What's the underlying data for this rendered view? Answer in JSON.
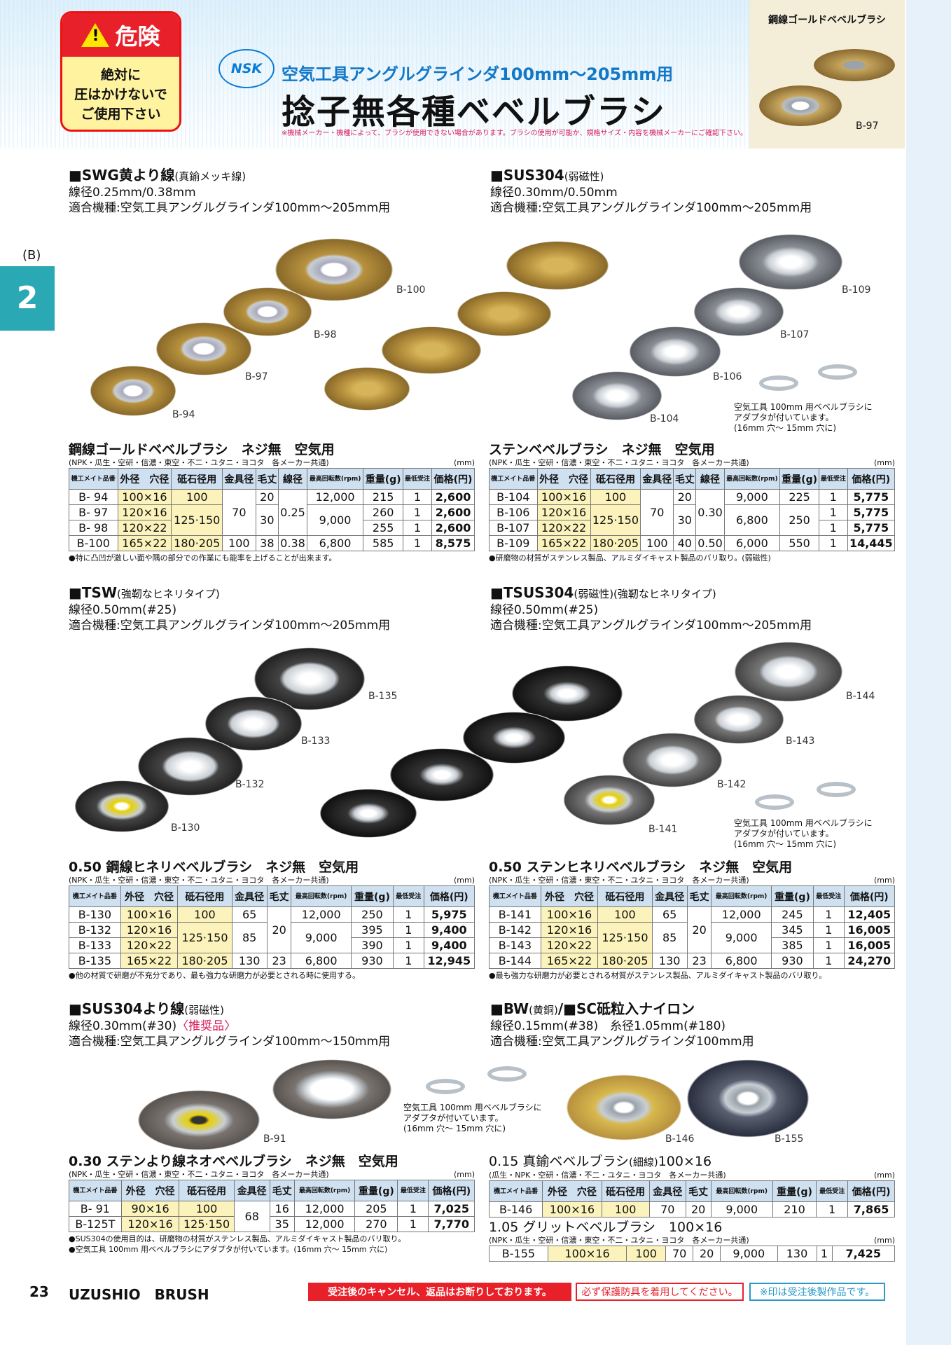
{
  "header": {
    "danger_label": "危険",
    "danger_lines": [
      "絶対に",
      "圧はかけないで",
      "ご使用下さい"
    ],
    "logo": "NSK",
    "subtitle": "空気工具アングルグラインダ100mm〜205mm用",
    "title": "捻子無各種ベベルブラシ",
    "note": "※機械メーカー・機種によって、ブラシが使用できない場合があります。ブラシの使用が可能か、規格サイズ・内容を機械メーカーにご確認下さい。",
    "card_title": "鋼線ゴールドベベルブラシ",
    "card_label": "B-97"
  },
  "side": {
    "label": "(B)",
    "tab": "2"
  },
  "sections": [
    {
      "title": "■SWG黄より線",
      "title_note": "(真鍮メッキ線)",
      "spec": "線径0.25mm/0.38mm",
      "machine": "適合機種:空気工具アングルグラインダ100mm〜205mm用",
      "photos": [
        "B-100",
        "B-98",
        "B-97",
        "B-94"
      ],
      "product": "鋼線ゴールドベベルブラシ　ネジ無　空気用",
      "makers": "(NPK・瓜生・空研・信濃・東空・不二・ユタニ・ヨコタ　各メーカー共通)",
      "unit": "(mm)",
      "rows": [
        [
          "B- 94",
          "100×16",
          "100",
          "",
          "20",
          "",
          "12,000",
          "215",
          "1",
          "2,600"
        ],
        [
          "B- 97",
          "120×16",
          "",
          "70",
          "",
          "0.25",
          "",
          "260",
          "1",
          "2,600"
        ],
        [
          "B- 98",
          "120×22",
          "125·150",
          "",
          "30",
          "",
          "9,000",
          "255",
          "1",
          "2,600"
        ],
        [
          "B-100",
          "165×22",
          "180·205",
          "100",
          "38",
          "0.38",
          "6,800",
          "585",
          "1",
          "8,575"
        ]
      ],
      "footnote": "●特に凸凹が激しい面や隅の部分での作業にも能率を上げることが出来ます。"
    },
    {
      "title": "■SUS304",
      "title_note": "(弱磁性)",
      "spec": "線径0.30mm/0.50mm",
      "machine": "適合機種:空気工具アングルグラインダ100mm〜205mm用",
      "photos": [
        "B-109",
        "B-107",
        "B-106",
        "B-104"
      ],
      "product": "ステンベベルブラシ　ネジ無　空気用",
      "makers": "(NPK・瓜生・空研・信濃・東空・不二・ユタニ・ヨコタ　各メーカー共通)",
      "unit": "(mm)",
      "rows": [
        [
          "B-104",
          "100×16",
          "100",
          "",
          "20",
          "",
          "9,000",
          "225",
          "1",
          "5,775"
        ],
        [
          "B-106",
          "120×16",
          "",
          "70",
          "",
          "0.30",
          "",
          "",
          "1",
          "5,775"
        ],
        [
          "B-107",
          "120×22",
          "125·150",
          "",
          "30",
          "",
          "6,800",
          "250",
          "1",
          "5,775"
        ],
        [
          "B-109",
          "165×22",
          "180·205",
          "100",
          "40",
          "0.50",
          "6,000",
          "550",
          "1",
          "14,445"
        ]
      ],
      "footnote": "●研磨物の材質がステンレス製品、アルミダイキャスト製品のバリ取り。(弱磁性)",
      "adapter": [
        "空気工具 100mm 用ベベルブラシに",
        "アダプタが付いています。",
        "(16mm 穴〜 15mm 穴に)"
      ]
    },
    {
      "title": "■TSW",
      "title_note": "(強靭なヒネリタイプ)",
      "spec": "線径0.50mm(#25)",
      "machine": "適合機種:空気工具アングルグラインダ100mm〜205mm用",
      "photos": [
        "B-135",
        "B-133",
        "B-132",
        "B-130"
      ],
      "product": "0.50 鋼線ヒネリベベルブラシ　ネジ無　空気用",
      "makers": "(NPK・瓜生・空研・信濃・東空・不二・ユタニ・ヨコタ　各メーカー共通)",
      "unit": "(mm)",
      "rows": [
        [
          "B-130",
          "100×16",
          "100",
          "65",
          "",
          "12,000",
          "250",
          "1",
          "5,975"
        ],
        [
          "B-132",
          "120×16",
          "",
          "",
          "20",
          "",
          "395",
          "1",
          "9,400"
        ],
        [
          "B-133",
          "120×22",
          "125·150",
          "85",
          "",
          "9,000",
          "390",
          "1",
          "9,400"
        ],
        [
          "B-135",
          "165×22",
          "180·205",
          "130",
          "23",
          "6,800",
          "930",
          "1",
          "12,945"
        ]
      ],
      "footnote": "●他の材質で研磨が不充分であり、最も強力な研磨力が必要とされる時に使用する。"
    },
    {
      "title": "■TSUS304",
      "title_note": "(弱磁性)(強靭なヒネリタイプ)",
      "spec": "線径0.50mm(#25)",
      "machine": "適合機種:空気工具アングルグラインダ100mm〜205mm用",
      "photos": [
        "B-144",
        "B-143",
        "B-142",
        "B-141"
      ],
      "product": "0.50 ステンヒネリベベルブラシ　ネジ無　空気用",
      "makers": "(NPK・瓜生・空研・信濃・東空・不二・ユタニ・ヨコタ　各メーカー共通)",
      "unit": "(mm)",
      "rows": [
        [
          "B-141",
          "100×16",
          "100",
          "65",
          "",
          "12,000",
          "245",
          "1",
          "12,405"
        ],
        [
          "B-142",
          "120×16",
          "",
          "",
          "20",
          "",
          "345",
          "1",
          "16,005"
        ],
        [
          "B-143",
          "120×22",
          "125·150",
          "85",
          "",
          "9,000",
          "385",
          "1",
          "16,005"
        ],
        [
          "B-144",
          "165×22",
          "180·205",
          "130",
          "23",
          "6,800",
          "930",
          "1",
          "24,270"
        ]
      ],
      "footnote": "●最も強力な研磨力が必要とされる材質がステンレス製品、アルミダイキャスト製品のバリ取り。",
      "adapter": [
        "空気工具 100mm 用ベベルブラシに",
        "アダプタが付いています。",
        "(16mm 穴〜 15mm 穴に)"
      ]
    },
    {
      "title": "■SUS304より線",
      "title_note": "(弱磁性)",
      "spec": "線径0.30mm(#30)",
      "spec_red": "〈推奨品〉",
      "machine": "適合機種:空気工具アングルグラインダ100mm〜150mm用",
      "photos": [
        "B-91"
      ],
      "product": "0.30 ステンより線ネオベベルブラシ　ネジ無　空気用",
      "makers": "(NPK・瓜生・空研・信濃・東空・不二・ユタニ・ヨコタ　各メーカー共通)",
      "unit": "(mm)",
      "rows": [
        [
          "B- 91",
          "90×16",
          "100",
          "68",
          "16",
          "12,000",
          "205",
          "1",
          "7,025"
        ],
        [
          "B-125T",
          "120×16",
          "125·150",
          "",
          "35",
          "12,000",
          "270",
          "1",
          "7,770"
        ]
      ],
      "footnotes": [
        "●SUS304の使用目的は、研磨物の材質がステンレス製品、アルミダイキャスト製品のバリ取り。",
        "●空気工具 100mm 用ベベルブラシにアダプタが付いています。(16mm 穴〜 15mm 穴に)"
      ],
      "adapter": [
        "空気工具 100mm 用ベベルブラシに",
        "アダプタが付いています。",
        "(16mm 穴〜 15mm 穴に)"
      ]
    },
    {
      "title": "■BW",
      "title_note": "(黄銅)",
      "title2": "/■SC砥粒入ナイロン",
      "spec": "線径0.15mm(#38)　糸径1.05mm(#180)",
      "machine": "適合機種:空気工具アングルグラインダ100mm用",
      "photos": [
        "B-146",
        "B-155"
      ],
      "product": "0.15 真鍮ベベルブラシ",
      "product_note": "(細線)",
      "product_size": "100×16",
      "makers": "(瓜生・NPK・空研・信濃・不二・ユタニ・ヨコタ　各メーカー共通)",
      "unit": "(mm)",
      "rows": [
        [
          "B-146",
          "100×16",
          "100",
          "70",
          "20",
          "9,000",
          "210",
          "1",
          "7,865"
        ]
      ],
      "product2": "1.05 グリットベベルブラシ　100×16",
      "makers2": "(NPK・瓜生・空研・信濃・東空・不二・ユタニ・ヨコタ　各メーカー共通)",
      "unit2": "(mm)",
      "rows2": [
        [
          "B-155",
          "100×16",
          "100",
          "70",
          "20",
          "9,000",
          "130",
          "1",
          "7,425"
        ]
      ]
    }
  ],
  "headers_a": [
    "機工メイト品番",
    "外径　穴径",
    "砥石径用",
    "金具径",
    "毛丈",
    "線径",
    "最高回転数(rpm)",
    "重量(g)",
    "最低受注",
    "価格(円)"
  ],
  "headers_b": [
    "機工メイト品番",
    "外径　穴径",
    "砥石径用",
    "金具径",
    "毛丈",
    "最高回転数(rpm)",
    "重量(g)",
    "最低受注",
    "価格(円)"
  ],
  "footer": {
    "page": "23",
    "brand": "UZUSHIO　BRUSH",
    "btn1": "受注後のキャンセル、返品はお断りしております。",
    "btn2": "必ず保護防具を着用してください。",
    "btn3": "※印は受注後製作品です。"
  }
}
